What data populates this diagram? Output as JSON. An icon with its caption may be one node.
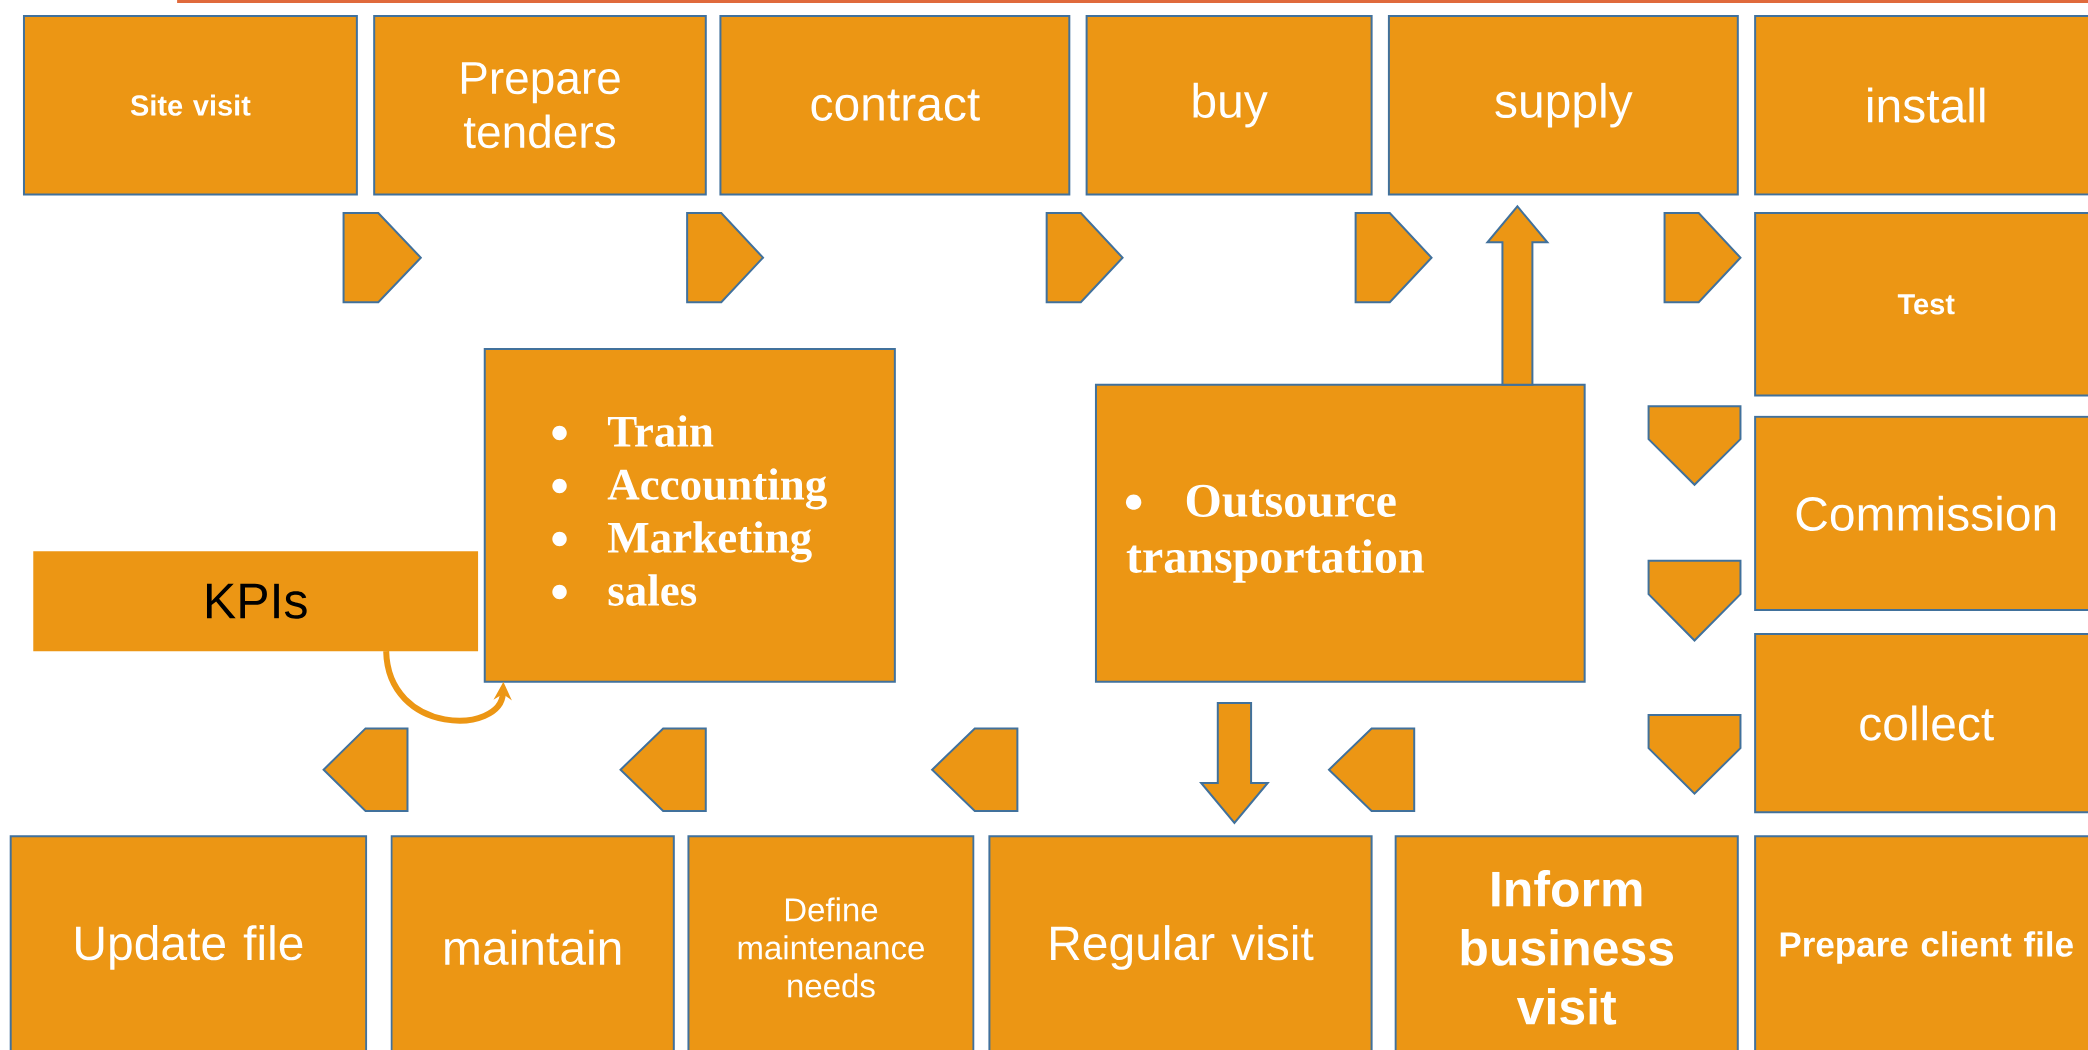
{
  "diagram": {
    "nodes": [
      {
        "text": [
          "Site visit"
        ]
      },
      {
        "text": [
          "Prepare tenders"
        ]
      },
      {
        "text": [
          "contract"
        ]
      },
      {
        "text": [
          "buy"
        ]
      },
      {
        "text": [
          "supply"
        ]
      },
      {
        "text": [
          "install"
        ]
      },
      {
        "text": [
          "Test"
        ]
      },
      {
        "text": [
          "Commission"
        ]
      },
      {
        "text": [
          "collect"
        ]
      },
      {
        "text": [
          "Prepare client file"
        ]
      },
      {
        "text": [
          "Inform business visit"
        ]
      },
      {
        "text": [
          "Regular visit"
        ]
      },
      {
        "text": [
          "Define maintenance needs"
        ]
      },
      {
        "text": [
          "maintain"
        ]
      },
      {
        "text": [
          "Update file"
        ]
      },
      {
        "text": [
          "KPIs"
        ]
      },
      {
        "text": [
          "Train",
          "Accounting",
          "Marketing",
          "sales"
        ]
      },
      {
        "text": [
          "Outsource transportation"
        ]
      }
    ],
    "edges": [
      {
        "from": 0,
        "to": 1,
        "arrow": "to"
      },
      {
        "from": 1,
        "to": 2,
        "arrow": "to"
      },
      {
        "from": 2,
        "to": 3,
        "arrow": "to"
      },
      {
        "from": 3,
        "to": 4,
        "arrow": "to"
      },
      {
        "from": 4,
        "to": 6,
        "arrow": "to"
      },
      {
        "from": 6,
        "to": 7,
        "arrow": "to"
      },
      {
        "from": 7,
        "to": 8,
        "arrow": "to"
      },
      {
        "from": 8,
        "to": 9,
        "arrow": "to"
      },
      {
        "from": 10,
        "to": 11,
        "arrow": "to"
      },
      {
        "from": 11,
        "to": 12,
        "arrow": "to"
      },
      {
        "from": 12,
        "to": 13,
        "arrow": "to"
      },
      {
        "from": 13,
        "to": 14,
        "arrow": "to"
      },
      {
        "from": 17,
        "to": 4,
        "arrow": "to"
      },
      {
        "from": 17,
        "to": 11,
        "arrow": "to"
      },
      {
        "from": 15,
        "to": 16,
        "arrow": "to"
      }
    ]
  }
}
